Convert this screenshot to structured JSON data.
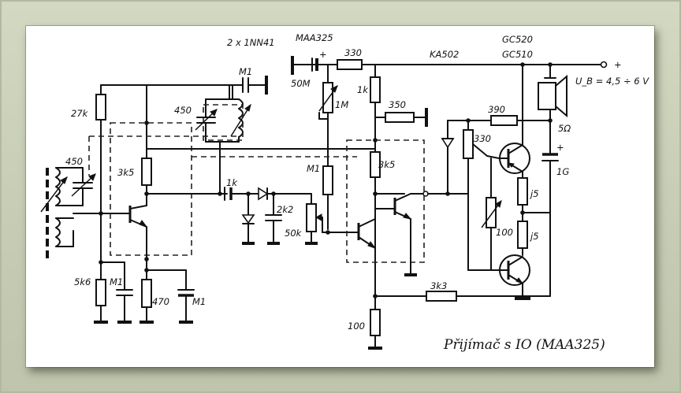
{
  "title": "Přijímač s IO (MAA325)",
  "labels": {
    "diodes_top": "2 x 1NN41",
    "ic_name": "MAA325",
    "r_330_top": "330",
    "ka502": "KA502",
    "gc520": "GC520",
    "gc510": "GC510",
    "plus_terminal": "+",
    "plus_cap": "+",
    "plus_cap_1g": "+",
    "supply": "U_B = 4,5 ÷ 6 V",
    "m1_top": "M1",
    "c_50m": "50M",
    "r_1m": "1M",
    "r_1k_vert": "1k",
    "r_350": "350",
    "r_27k": "27k",
    "c_450_top": "450",
    "c_450_left": "450",
    "r_3k5_left": "3k5",
    "r_1k_horiz": "1k",
    "c_2k2": "2k2",
    "r_50k": "50k",
    "c_m1_mid": "M1",
    "r_3k5_right": "3k5",
    "r_390": "390",
    "r_330_pot": "330",
    "speaker_ohm": "5Ω",
    "c_1g": "1G",
    "r_j5_top": "j5",
    "r_100_pot": "100",
    "r_j5_bot": "j5",
    "r_5k6": "5k6",
    "c_m1_low": "M1",
    "r_470": "470",
    "c_m1_right": "M1",
    "r_3k3": "3k3",
    "r_100_bot": "100"
  },
  "colors": {
    "background": "#c9cfb7",
    "paper": "#ffffff",
    "ink": "#111111"
  }
}
